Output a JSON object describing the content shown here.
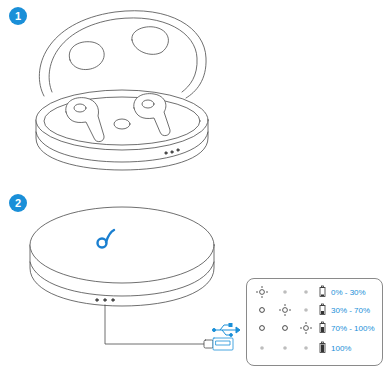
{
  "diagram": {
    "nodes": [
      {
        "text": [
          "0% - 30%",
          "30% - 70%",
          "70% - 100%",
          "100%"
        ]
      }
    ],
    "labels": [
      "1",
      "2"
    ]
  }
}
